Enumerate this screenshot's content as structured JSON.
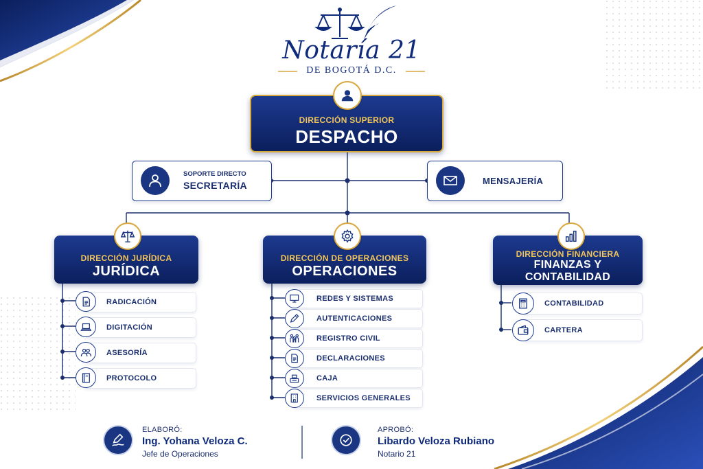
{
  "logo": {
    "title": "Notaría 21",
    "subtitle": "DE BOGOTÁ D.C.",
    "icons": [
      "scales-icon",
      "quill-icon"
    ]
  },
  "colors": {
    "navy": "#0b1f5c",
    "navy_light": "#1d3a8f",
    "gold": "#d9a93c",
    "gold_text": "#f1c45a",
    "text_dark": "#1a2e6e"
  },
  "top": {
    "small": "DIRECCIÓN SUPERIOR",
    "large": "DESPACHO",
    "icon": "user-icon"
  },
  "support": {
    "secretaria": {
      "small": "SOPORTE DIRECTO",
      "large": "SECRETARÍA",
      "icon": "person-icon"
    },
    "mensajeria": {
      "label": "MENSAJERÍA",
      "icon": "envelope-icon"
    }
  },
  "branches": {
    "juridica": {
      "small": "DIRECCIÓN JURÍDICA",
      "large": "JURÍDICA",
      "icon": "scales-icon",
      "items": [
        {
          "label": "RADICACIÓN",
          "icon": "document-icon"
        },
        {
          "label": "DIGITACIÓN",
          "icon": "laptop-icon"
        },
        {
          "label": "ASESORÍA",
          "icon": "people-icon"
        },
        {
          "label": "PROTOCOLO",
          "icon": "book-icon"
        }
      ]
    },
    "operaciones": {
      "small": "DIRECCIÓN DE OPERACIONES",
      "large": "OPERACIONES",
      "icon": "gear-icon",
      "items": [
        {
          "label": "REDES Y SISTEMAS",
          "icon": "monitor-icon"
        },
        {
          "label": "AUTENTICACIONES",
          "icon": "pen-icon"
        },
        {
          "label": "REGISTRO CIVIL",
          "icon": "family-icon"
        },
        {
          "label": "DECLARACIONES",
          "icon": "document-icon"
        },
        {
          "label": "CAJA",
          "icon": "cash-register-icon"
        },
        {
          "label": "SERVICIOS GENERALES",
          "icon": "building-icon"
        }
      ]
    },
    "finanzas": {
      "small": "DIRECCIÓN FINANCIERA",
      "large_1": "FINANZAS Y",
      "large_2": "CONTABILIDAD",
      "icon": "bar-chart-icon",
      "items": [
        {
          "label": "CONTABILIDAD",
          "icon": "calculator-icon"
        },
        {
          "label": "CARTERA",
          "icon": "wallet-icon"
        }
      ]
    }
  },
  "footer": {
    "elaboro": {
      "label": "ELABORÓ:",
      "name": "Ing. Yohana Veloza C.",
      "role": "Jefe de Operaciones",
      "icon": "pen-signature-icon"
    },
    "aprobo": {
      "label": "APROBÓ:",
      "name": "Libardo Veloza Rubiano",
      "role": "Notario 21",
      "icon": "check-circle-icon"
    }
  }
}
